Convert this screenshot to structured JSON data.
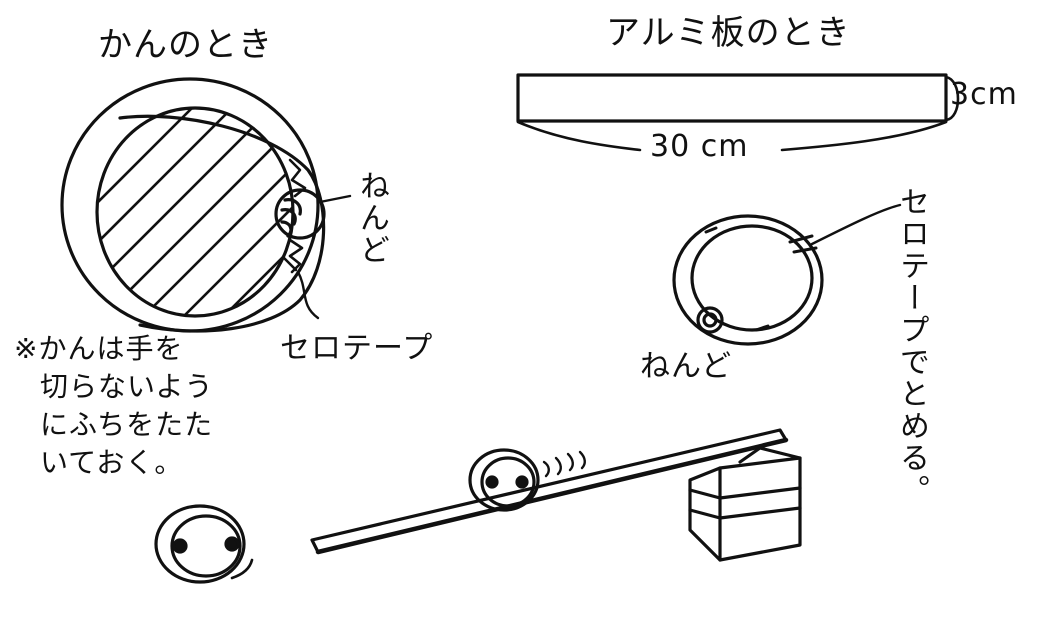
{
  "can_section": {
    "title": "かんのとき",
    "clay_label": "ねんど",
    "tape_label": "セロテープ",
    "note_lines": [
      "※かんは手を",
      "切らないよう",
      "にふちをたた",
      "いておく。"
    ]
  },
  "aluminum_section": {
    "title": "アルミ板のとき",
    "height_label": "3cm",
    "width_label": "30 cm",
    "clay_label": "ねんど",
    "tape_instruction": "セロテープでとめる。"
  },
  "colors": {
    "ink": "#111111",
    "paper": "#ffffff"
  }
}
